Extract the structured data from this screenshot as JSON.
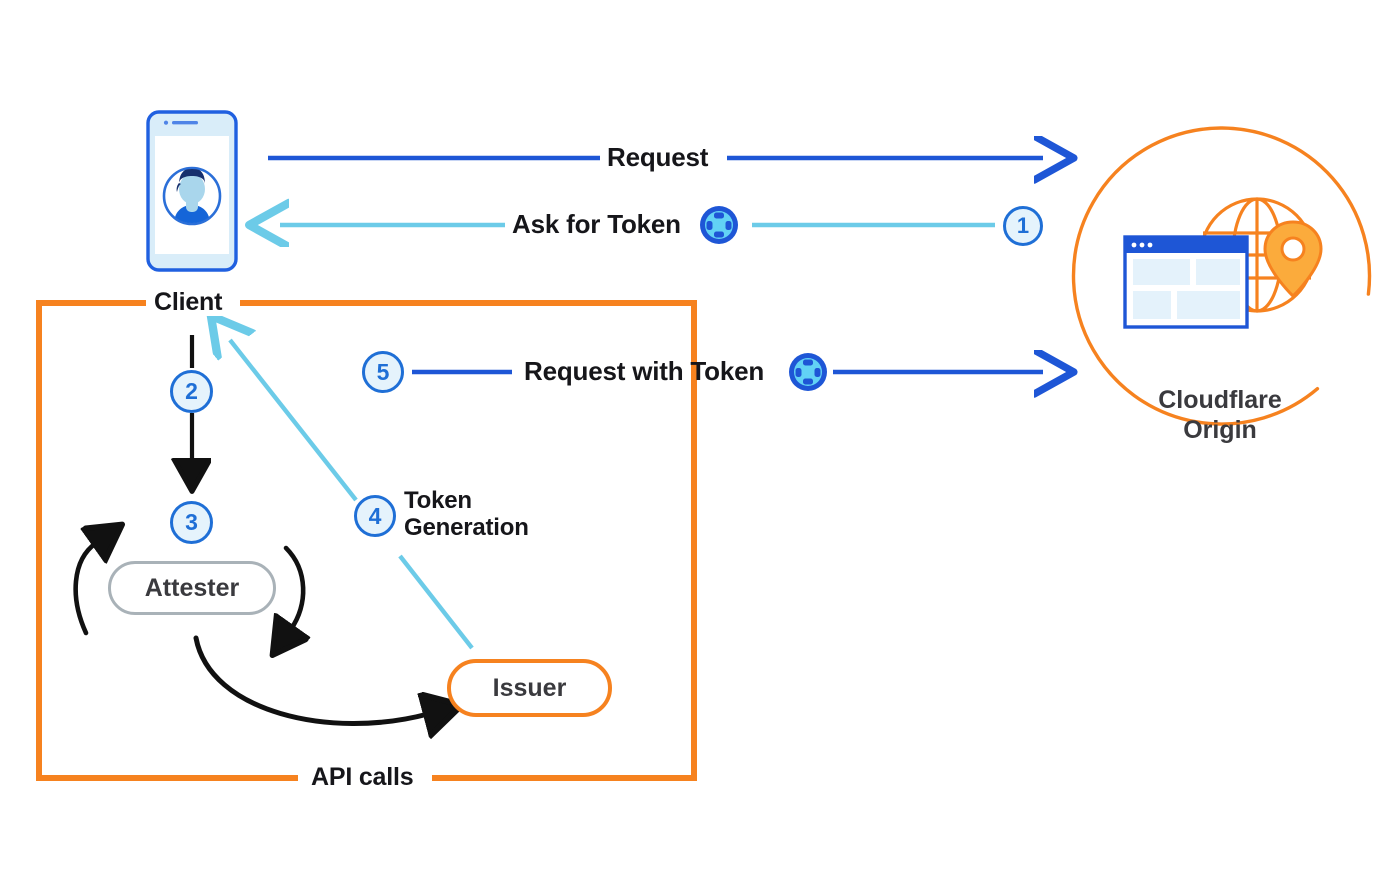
{
  "diagram": {
    "title": "Privacy Pass token issuance and redemption flow",
    "colors": {
      "orange": "#f6821f",
      "blue_dark": "#1e56d6",
      "blue_mid": "#1f6fd6",
      "blue_light": "#6ccbe8",
      "black": "#111111",
      "gray": "#a9b2b8",
      "text": "#16161a",
      "node_text": "#3a3a3e",
      "circle_fill": "#e5f3fc",
      "phone_screen": "#d9edf9"
    }
  },
  "nodes": {
    "client": {
      "label": "Client",
      "icon": "mobile-phone-user-icon"
    },
    "attester": {
      "label": "Attester"
    },
    "issuer": {
      "label": "Issuer"
    },
    "origin": {
      "label_line1": "Cloudflare",
      "label_line2": "Origin",
      "icon": "globe-browser-pin-icon"
    },
    "boundary": {
      "label": "API calls"
    }
  },
  "flows": [
    {
      "step": "",
      "label": "Request",
      "from": "client",
      "to": "origin",
      "direction": "right",
      "color": "#1e56d6",
      "has_token_icon": false
    },
    {
      "step": "1",
      "label": "Ask for Token",
      "from": "origin",
      "to": "client",
      "direction": "left",
      "color": "#6ccbe8",
      "has_token_icon": true
    },
    {
      "step": "2",
      "label": "",
      "from": "client",
      "to": "attester",
      "direction": "down",
      "color": "#111111",
      "has_token_icon": false
    },
    {
      "step": "3",
      "label": "",
      "from": "attester",
      "to": "attester",
      "direction": "loop",
      "color": "#111111",
      "has_token_icon": false
    },
    {
      "step": "",
      "label": "",
      "from": "attester",
      "to": "issuer",
      "direction": "curve-right",
      "color": "#111111",
      "has_token_icon": false
    },
    {
      "step": "4",
      "label": "Token\nGeneration",
      "label_line1": "Token",
      "label_line2": "Generation",
      "from": "issuer",
      "to": "client",
      "direction": "up-left",
      "color": "#6ccbe8",
      "has_token_icon": false
    },
    {
      "step": "5",
      "label": "Request with Token",
      "from": "client",
      "to": "origin",
      "direction": "right",
      "color": "#1e56d6",
      "has_token_icon": true
    }
  ],
  "step_numbers": [
    "1",
    "2",
    "3",
    "4",
    "5"
  ],
  "icons": {
    "token": "privacy-pass-token-icon",
    "phone": "mobile-phone-icon",
    "avatar": "user-avatar-icon",
    "globe": "globe-icon",
    "browser": "browser-window-icon",
    "pin": "map-pin-icon"
  }
}
